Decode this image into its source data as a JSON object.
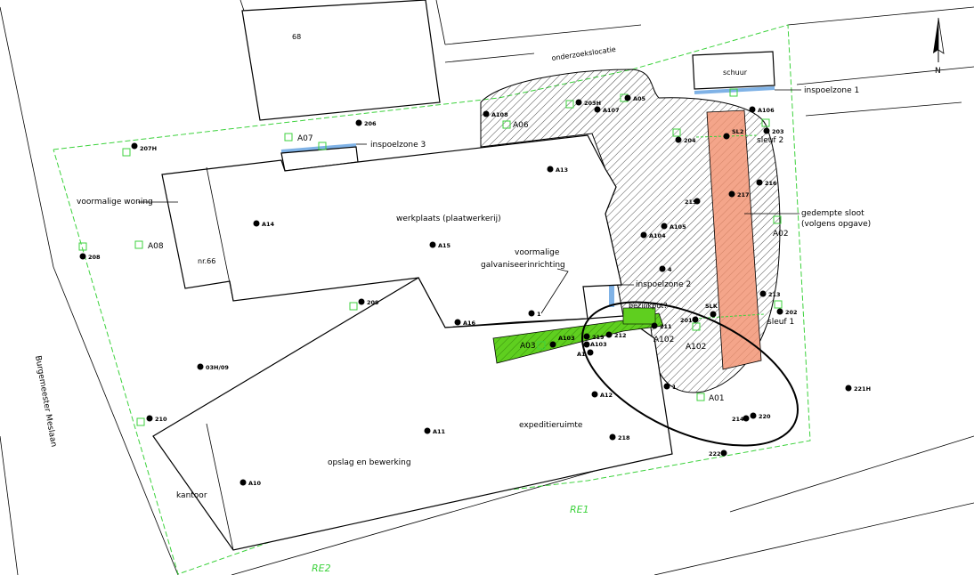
{
  "map": {
    "north_label": "N",
    "site_label": "onderzoekslocatie",
    "street": "Burgemeester Meslaan",
    "zones": {
      "zone1": "inspoelzone 1",
      "zone2": "inspoelzone 2",
      "zone3": "inspoelzone 3",
      "sleuf1": "sleuf 1",
      "sleuf2": "sleuf 2",
      "sloot": "gedempte sloot",
      "sloot2": "(volgens opgave)",
      "galv1": "voormalige",
      "galv2": "galvaniseerinrichting",
      "put": "bezinkput?"
    },
    "buildings": {
      "b68": "68",
      "schuur": "schuur",
      "woning": "voormalige woning",
      "nr66": "nr.66",
      "werkplaats": "werkplaats (plaatwerkerij)",
      "expeditie": "expeditieruimte",
      "opslag": "opslag en bewerking",
      "kantoor": "kantoor"
    },
    "refs": {
      "re1": "RE1",
      "re2": "RE2"
    },
    "bores_big": {
      "a01": "A01",
      "a02": "A02",
      "a03": "A03",
      "a06": "A06",
      "a07": "A07",
      "a08": "A08",
      "a102": "A102",
      "a102b": "A102"
    },
    "bores": {
      "b207h": "207H",
      "b208": "208",
      "b206": "206",
      "b210": "210",
      "b209": "209",
      "b03h": "03H/09",
      "a14": "A14",
      "a15": "A15",
      "a16": "A16",
      "a13": "A13",
      "a11": "A11",
      "a10": "A10",
      "a12": "A12",
      "a108": "A108",
      "b203h": "203H",
      "a107": "A107",
      "a05": "A05",
      "a106": "A106",
      "b203": "203",
      "b204": "204",
      "sl2": "SL2",
      "b216": "216",
      "b217": "217",
      "b215": "215",
      "a105": "A105",
      "a104": "A104",
      "b4": "4",
      "b213": "213",
      "b202": "202",
      "b201": "201",
      "b1": "1",
      "a103": "A103",
      "a1": "A1",
      "b211": "211",
      "b219": "219",
      "b212": "212",
      "b221h": "221H",
      "b214": "214",
      "b220": "220",
      "b218": "218",
      "b222": "222",
      "b1b": "1",
      "slk": "SLK"
    },
    "colors": {
      "boundary": "#3cd23c",
      "inspoelzone": "#7fb2e6",
      "sloot": "#f4a58a",
      "galvanisatie": "#5fcf1f",
      "sample_square": "#3cd23c"
    }
  }
}
